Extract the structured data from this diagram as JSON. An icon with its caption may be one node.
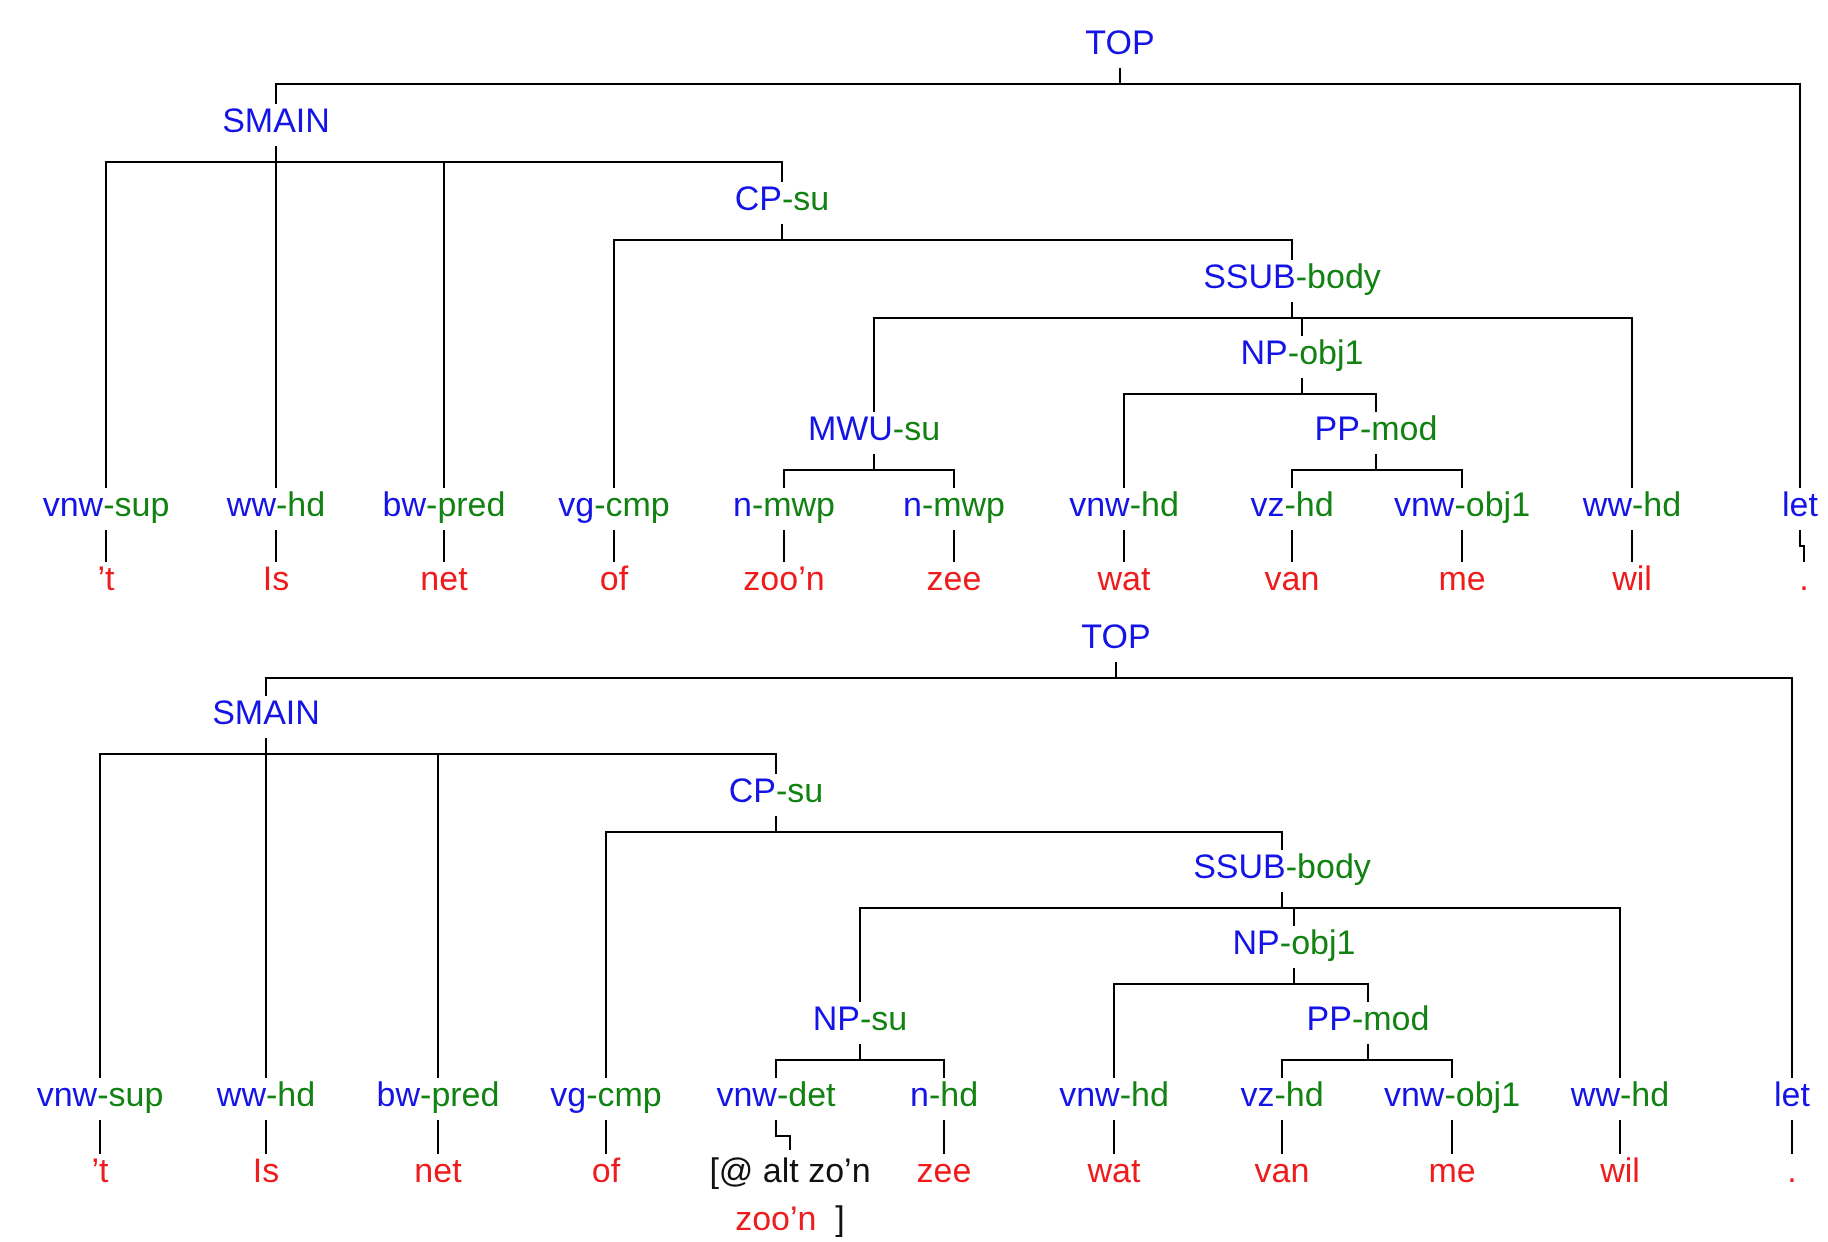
{
  "diagram": {
    "nodes": [
      {
        "text": [
          "TOP"
        ]
      },
      {
        "text": [
          "SMAIN"
        ]
      },
      {
        "text": [
          "CP-su"
        ]
      },
      {
        "text": [
          "SSUB-body"
        ]
      },
      {
        "text": [
          "NP-obj1"
        ]
      },
      {
        "text": [
          "MWU-su"
        ]
      },
      {
        "text": [
          "PP-mod"
        ]
      },
      {
        "text": [
          "vnw-sup"
        ]
      },
      {
        "text": [
          "ww-hd"
        ]
      },
      {
        "text": [
          "bw-pred"
        ]
      },
      {
        "text": [
          "vg-cmp"
        ]
      },
      {
        "text": [
          "n-mwp"
        ]
      },
      {
        "text": [
          "n-mwp"
        ]
      },
      {
        "text": [
          "vnw-hd"
        ]
      },
      {
        "text": [
          "vz-hd"
        ]
      },
      {
        "text": [
          "vnw-obj1"
        ]
      },
      {
        "text": [
          "ww-hd"
        ]
      },
      {
        "text": [
          "let"
        ]
      },
      {
        "text": [
          "’t"
        ]
      },
      {
        "text": [
          "Is"
        ]
      },
      {
        "text": [
          "net"
        ]
      },
      {
        "text": [
          "of"
        ]
      },
      {
        "text": [
          "zoo’n"
        ]
      },
      {
        "text": [
          "zee"
        ]
      },
      {
        "text": [
          "wat"
        ]
      },
      {
        "text": [
          "van"
        ]
      },
      {
        "text": [
          "me"
        ]
      },
      {
        "text": [
          "wil"
        ]
      },
      {
        "text": [
          "."
        ]
      },
      {
        "text": [
          "TOP"
        ]
      },
      {
        "text": [
          "SMAIN"
        ]
      },
      {
        "text": [
          "CP-su"
        ]
      },
      {
        "text": [
          "SSUB-body"
        ]
      },
      {
        "text": [
          "NP-obj1"
        ]
      },
      {
        "text": [
          "NP-su"
        ]
      },
      {
        "text": [
          "PP-mod"
        ]
      },
      {
        "text": [
          "vnw-sup"
        ]
      },
      {
        "text": [
          "ww-hd"
        ]
      },
      {
        "text": [
          "bw-pred"
        ]
      },
      {
        "text": [
          "vg-cmp"
        ]
      },
      {
        "text": [
          "vnw-det"
        ]
      },
      {
        "text": [
          "n-hd"
        ]
      },
      {
        "text": [
          "vnw-hd"
        ]
      },
      {
        "text": [
          "vz-hd"
        ]
      },
      {
        "text": [
          "vnw-obj1"
        ]
      },
      {
        "text": [
          "ww-hd"
        ]
      },
      {
        "text": [
          "let"
        ]
      },
      {
        "text": [
          "’t"
        ]
      },
      {
        "text": [
          "Is"
        ]
      },
      {
        "text": [
          "net"
        ]
      },
      {
        "text": [
          "of"
        ]
      },
      {
        "text": [
          "[@ alt zo’n",
          "zoo’n",
          "]"
        ]
      },
      {
        "text": [
          "zee"
        ]
      },
      {
        "text": [
          "wat"
        ]
      },
      {
        "text": [
          "van"
        ]
      },
      {
        "text": [
          "me"
        ]
      },
      {
        "text": [
          "wil"
        ]
      },
      {
        "text": [
          "."
        ]
      }
    ],
    "edges": [
      {
        "from": 0,
        "to": 1,
        "arrow": "none"
      },
      {
        "from": 0,
        "to": 17,
        "arrow": "none"
      },
      {
        "from": 1,
        "to": 7,
        "arrow": "none"
      },
      {
        "from": 1,
        "to": 8,
        "arrow": "none"
      },
      {
        "from": 1,
        "to": 9,
        "arrow": "none"
      },
      {
        "from": 1,
        "to": 2,
        "arrow": "none"
      },
      {
        "from": 2,
        "to": 10,
        "arrow": "none"
      },
      {
        "from": 2,
        "to": 3,
        "arrow": "none"
      },
      {
        "from": 3,
        "to": 5,
        "arrow": "none"
      },
      {
        "from": 3,
        "to": 4,
        "arrow": "none"
      },
      {
        "from": 3,
        "to": 16,
        "arrow": "none"
      },
      {
        "from": 4,
        "to": 13,
        "arrow": "none"
      },
      {
        "from": 4,
        "to": 6,
        "arrow": "none"
      },
      {
        "from": 5,
        "to": 11,
        "arrow": "none"
      },
      {
        "from": 5,
        "to": 12,
        "arrow": "none"
      },
      {
        "from": 6,
        "to": 14,
        "arrow": "none"
      },
      {
        "from": 6,
        "to": 15,
        "arrow": "none"
      },
      {
        "from": 7,
        "to": 18,
        "arrow": "none"
      },
      {
        "from": 8,
        "to": 19,
        "arrow": "none"
      },
      {
        "from": 9,
        "to": 20,
        "arrow": "none"
      },
      {
        "from": 10,
        "to": 21,
        "arrow": "none"
      },
      {
        "from": 11,
        "to": 22,
        "arrow": "none"
      },
      {
        "from": 12,
        "to": 23,
        "arrow": "none"
      },
      {
        "from": 13,
        "to": 24,
        "arrow": "none"
      },
      {
        "from": 14,
        "to": 25,
        "arrow": "none"
      },
      {
        "from": 15,
        "to": 26,
        "arrow": "none"
      },
      {
        "from": 16,
        "to": 27,
        "arrow": "none"
      },
      {
        "from": 17,
        "to": 28,
        "arrow": "none"
      },
      {
        "from": 29,
        "to": 30,
        "arrow": "none"
      },
      {
        "from": 29,
        "to": 46,
        "arrow": "none"
      },
      {
        "from": 30,
        "to": 36,
        "arrow": "none"
      },
      {
        "from": 30,
        "to": 37,
        "arrow": "none"
      },
      {
        "from": 30,
        "to": 38,
        "arrow": "none"
      },
      {
        "from": 30,
        "to": 31,
        "arrow": "none"
      },
      {
        "from": 31,
        "to": 39,
        "arrow": "none"
      },
      {
        "from": 31,
        "to": 32,
        "arrow": "none"
      },
      {
        "from": 32,
        "to": 34,
        "arrow": "none"
      },
      {
        "from": 32,
        "to": 33,
        "arrow": "none"
      },
      {
        "from": 32,
        "to": 45,
        "arrow": "none"
      },
      {
        "from": 33,
        "to": 42,
        "arrow": "none"
      },
      {
        "from": 33,
        "to": 35,
        "arrow": "none"
      },
      {
        "from": 34,
        "to": 40,
        "arrow": "none"
      },
      {
        "from": 34,
        "to": 41,
        "arrow": "none"
      },
      {
        "from": 35,
        "to": 43,
        "arrow": "none"
      },
      {
        "from": 35,
        "to": 44,
        "arrow": "none"
      },
      {
        "from": 36,
        "to": 47,
        "arrow": "none"
      },
      {
        "from": 37,
        "to": 48,
        "arrow": "none"
      },
      {
        "from": 38,
        "to": 49,
        "arrow": "none"
      },
      {
        "from": 39,
        "to": 50,
        "arrow": "none"
      },
      {
        "from": 40,
        "to": 51,
        "arrow": "none"
      },
      {
        "from": 41,
        "to": 52,
        "arrow": "none"
      },
      {
        "from": 42,
        "to": 53,
        "arrow": "none"
      },
      {
        "from": 43,
        "to": 54,
        "arrow": "none"
      },
      {
        "from": 44,
        "to": 55,
        "arrow": "none"
      },
      {
        "from": 45,
        "to": 56,
        "arrow": "none"
      },
      {
        "from": 46,
        "to": 57,
        "arrow": "none"
      }
    ]
  }
}
